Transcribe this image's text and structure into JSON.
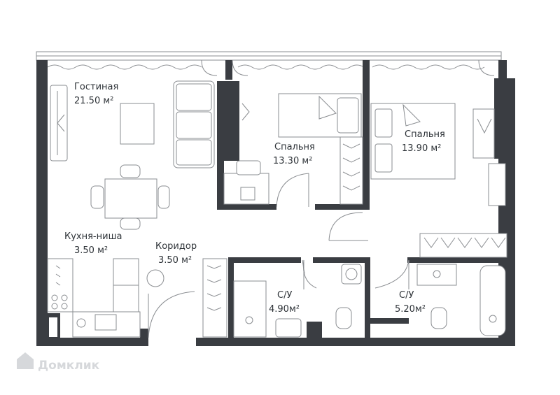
{
  "rooms": {
    "living": {
      "name": "Гостиная",
      "area": "21.50 м²"
    },
    "bedroom1": {
      "name": "Спальня",
      "area": "13.30 м²"
    },
    "bedroom2": {
      "name": "Спальня",
      "area": "13.90 м²"
    },
    "kitchen": {
      "name": "Кухня-ниша",
      "area": "3.50 м²"
    },
    "corridor": {
      "name": "Коридор",
      "area": "3.50 м²"
    },
    "bath1": {
      "name": "С/У",
      "area": "4.90м²"
    },
    "bath2": {
      "name": "С/У",
      "area": "5.20м²"
    }
  },
  "watermark": {
    "text": "Домклик"
  },
  "colors": {
    "wall": "#3a3d42",
    "line": "#8a8d91",
    "watermark": "#d6d8db"
  }
}
